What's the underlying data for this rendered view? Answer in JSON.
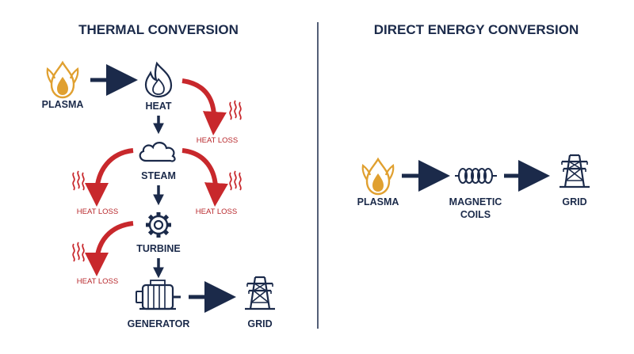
{
  "panels": {
    "thermal": {
      "title": "THERMAL CONVERSION",
      "nodes": {
        "plasma": "PLASMA",
        "heat": "HEAT",
        "steam": "STEAM",
        "turbine": "TURBINE",
        "generator": "GENERATOR",
        "grid": "GRID"
      },
      "losses": [
        "HEAT LOSS",
        "HEAT LOSS",
        "HEAT LOSS",
        "HEAT LOSS"
      ]
    },
    "direct": {
      "title": "DIRECT ENERGY CONVERSION",
      "nodes": {
        "plasma": "PLASMA",
        "coils_line1": "MAGNETIC",
        "coils_line2": "COILS",
        "grid": "GRID"
      }
    }
  },
  "colors": {
    "navy": "#1b2a4a",
    "loss_red": "#c8282c",
    "flame_gold": "#e0a030",
    "divider": "#1b2a4a"
  },
  "icons": [
    "flame-icon",
    "fire-icon",
    "cloud-icon",
    "gear-icon",
    "motor-icon",
    "pylon-icon",
    "coil-icon",
    "heat-wave-icon"
  ]
}
